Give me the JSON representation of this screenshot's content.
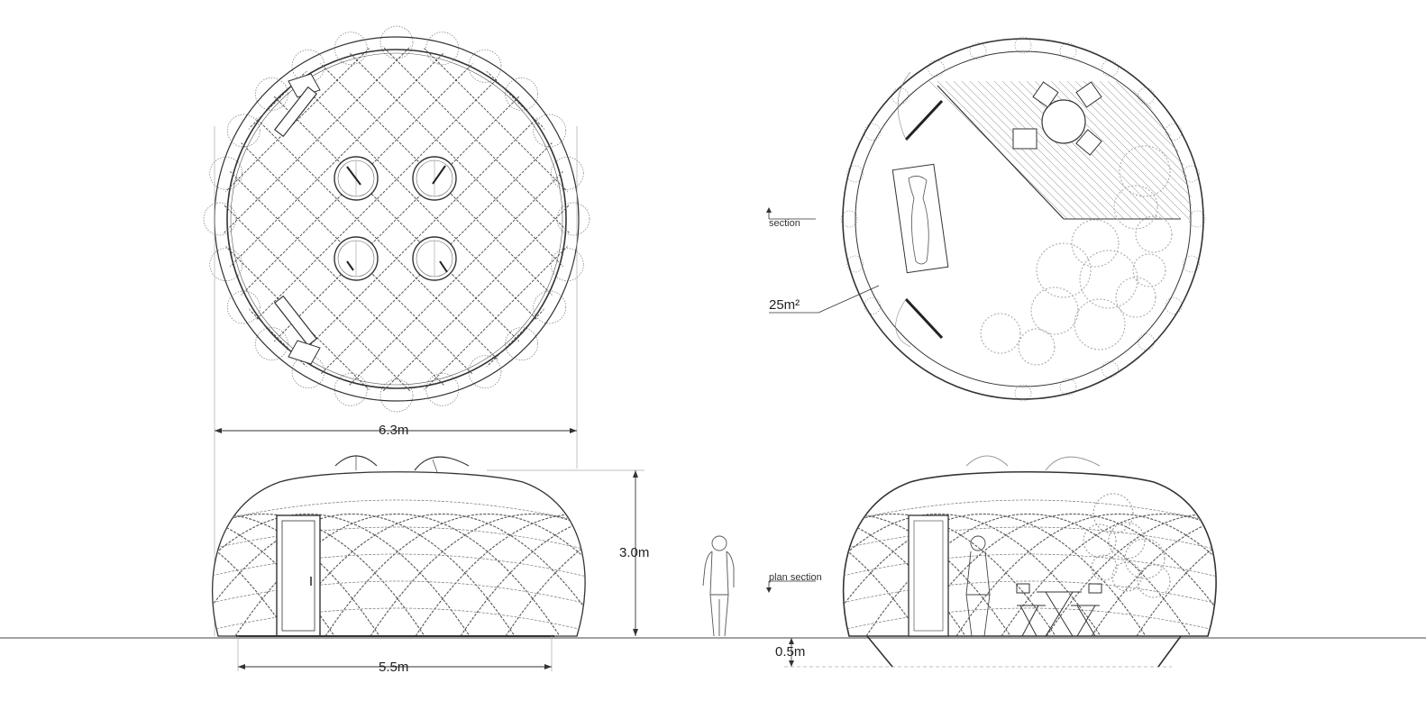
{
  "dimensions": {
    "width": "6.3m",
    "height": "3.0m",
    "base": "5.5m",
    "foundation": "0.5m"
  },
  "annotations": {
    "area": "25m²",
    "section_marker": "section",
    "plan_section_marker": "plan section"
  },
  "views": [
    "roof-plan",
    "floor-plan-section",
    "front-elevation",
    "section-elevation"
  ],
  "colors": {
    "line": "#333333",
    "frame": "#555555",
    "vegetation": "#bbbbbb",
    "background": "#ffffff"
  }
}
